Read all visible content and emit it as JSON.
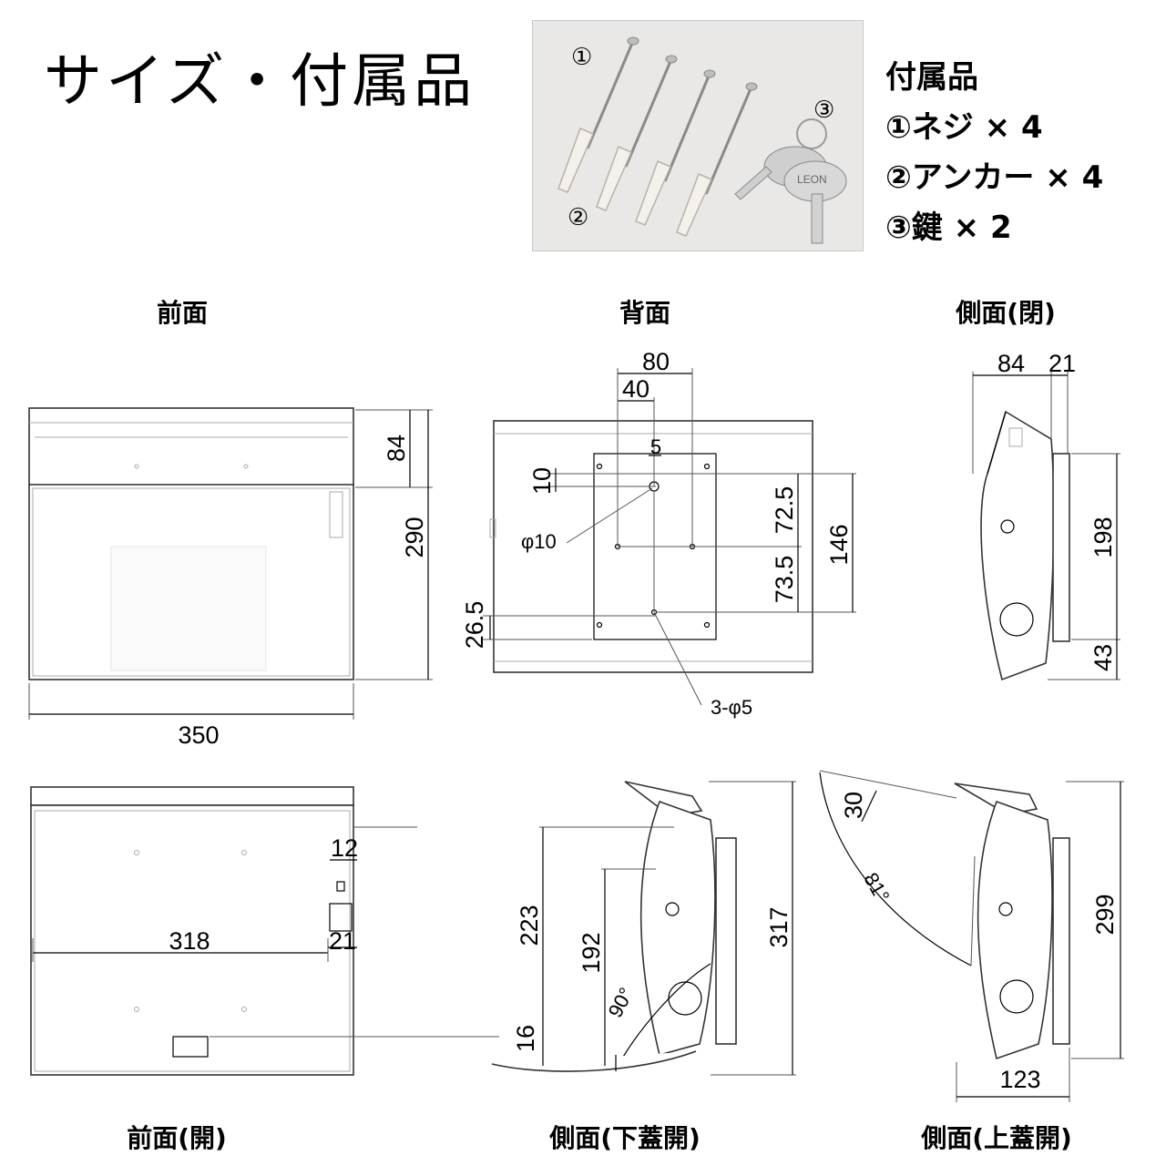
{
  "page_title": "サイズ・付属品",
  "photo": {
    "markers": [
      "①",
      "②",
      "③"
    ],
    "key_brand": "LEON"
  },
  "accessories": {
    "heading": "付属品",
    "items": [
      "①ネジ × 4",
      "②アンカー × 4",
      "③鍵 × 2"
    ]
  },
  "views": {
    "front": "前面",
    "back": "背面",
    "side_closed": "側面(閉)",
    "front_open": "前面(開)",
    "side_lower_open": "側面(下蓋開)",
    "side_upper_open": "側面(上蓋開)"
  },
  "dims": {
    "front_84": "84",
    "front_290": "290",
    "front_350": "350",
    "back_80": "80",
    "back_40": "40",
    "back_5": "5",
    "back_10": "10",
    "back_phi10": "φ10",
    "back_72_5": "72.5",
    "back_146": "146",
    "back_73_5": "73.5",
    "back_26_5": "26.5",
    "back_3phi5": "3-φ5",
    "side_84": "84",
    "side_21": "21",
    "side_198": "198",
    "side_43": "43",
    "fo_12": "12",
    "fo_318": "318",
    "fo_21": "21",
    "lo_223": "223",
    "lo_192": "192",
    "lo_90": "90°",
    "lo_317": "317",
    "lo_16": "16",
    "uo_30": "30",
    "uo_81": "81°",
    "uo_299": "299",
    "uo_123": "123"
  }
}
